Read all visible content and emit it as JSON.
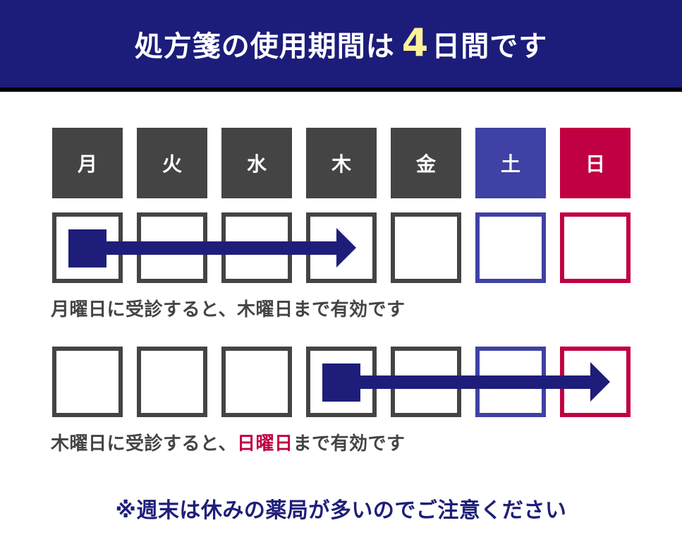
{
  "header": {
    "title_prefix": "処方箋の使用期間は",
    "title_number": "4",
    "title_suffix": "日間です",
    "background_color": "#1c1c7a",
    "number_color": "#fdf29a"
  },
  "colors": {
    "weekday": "#444444",
    "saturday": "#3f41a5",
    "sunday": "#c00043",
    "arrow": "#1e1e7a",
    "notice": "#1e1e7a"
  },
  "days": [
    {
      "label": "月",
      "type": "weekday"
    },
    {
      "label": "火",
      "type": "weekday"
    },
    {
      "label": "水",
      "type": "weekday"
    },
    {
      "label": "木",
      "type": "weekday"
    },
    {
      "label": "金",
      "type": "weekday"
    },
    {
      "label": "土",
      "type": "saturday"
    },
    {
      "label": "日",
      "type": "sunday"
    }
  ],
  "examples": [
    {
      "start_day_index": 0,
      "end_day_index": 3,
      "caption_part1": "月曜日に受診すると、",
      "caption_highlight": "木曜日",
      "caption_part2": "まで有効です",
      "highlight_color": "#444444"
    },
    {
      "start_day_index": 3,
      "end_day_index": 6,
      "caption_part1": "木曜日に受診すると、",
      "caption_highlight": "日曜日",
      "caption_part2": "まで有効です",
      "highlight_color": "#c00043"
    }
  ],
  "notice": {
    "text": "※週末は休みの薬局が多いのでご注意ください"
  }
}
